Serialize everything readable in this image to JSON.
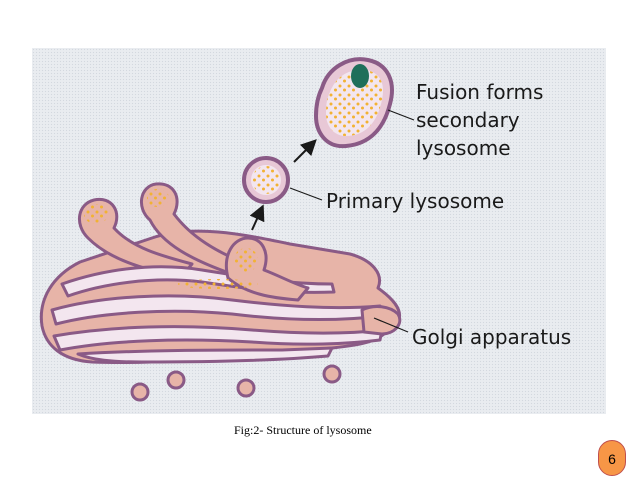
{
  "labels": {
    "secondary": [
      "Fusion forms",
      "secondary",
      "lysosome"
    ],
    "primary": "Primary lysosome",
    "golgi": "Golgi apparatus"
  },
  "caption": "Fig:2- Structure of lysosome",
  "page_number": "6",
  "icons": [
    "arrow-icon"
  ],
  "colors": {
    "panel": "#e9ecf0",
    "membrane_outer": "#8a5a86",
    "membrane_inner": "#e8c8d6",
    "cisterna": "#e7b4a8",
    "lumen": "#f3e6ef",
    "granule": "#f2b233",
    "dark_inclusion": "#1f6f5a",
    "badge": "#f79646"
  }
}
